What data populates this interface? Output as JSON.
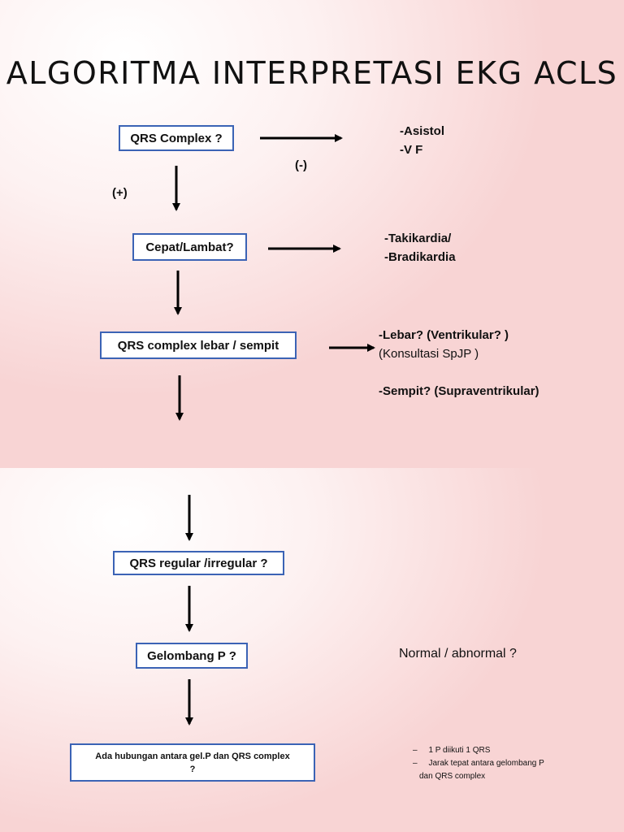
{
  "slide1": {
    "title": "ALGORITMA INTERPRETASI EKG ACLS",
    "boxes": {
      "qrs_complex": "QRS Complex  ?",
      "cepat_lambat": "Cepat/Lambat?",
      "lebar_sempit": "QRS complex lebar / sempit"
    },
    "labels": {
      "negative": "(-)",
      "positive": "(+)"
    },
    "notes": {
      "asistol": "-Asistol",
      "vf": "-V F",
      "takikardia": "-Takikardia/",
      "bradikardia": "-Bradikardia",
      "lebar": "-Lebar? (Ventrikular? )",
      "konsultasi": "(Konsultasi SpJP )",
      "sempit": "-Sempit? (Supraventrikular)"
    }
  },
  "slide2": {
    "boxes": {
      "regular": "QRS regular /irregular  ?",
      "gelombang": "Gelombang P ?",
      "hubungan_line1": "Ada hubungan antara gel.P  dan QRS complex",
      "hubungan_line2": "?"
    },
    "notes": {
      "normal": "Normal / abnormal ?",
      "bullet1": "1 P diikuti 1 QRS",
      "bullet2": "Jarak tepat antara  gelombang P",
      "bullet2_cont": "dan QRS complex"
    }
  },
  "colors": {
    "box_border": "#3b63b5",
    "arrow": "#000000",
    "background_tint": "#f8d4d4"
  }
}
